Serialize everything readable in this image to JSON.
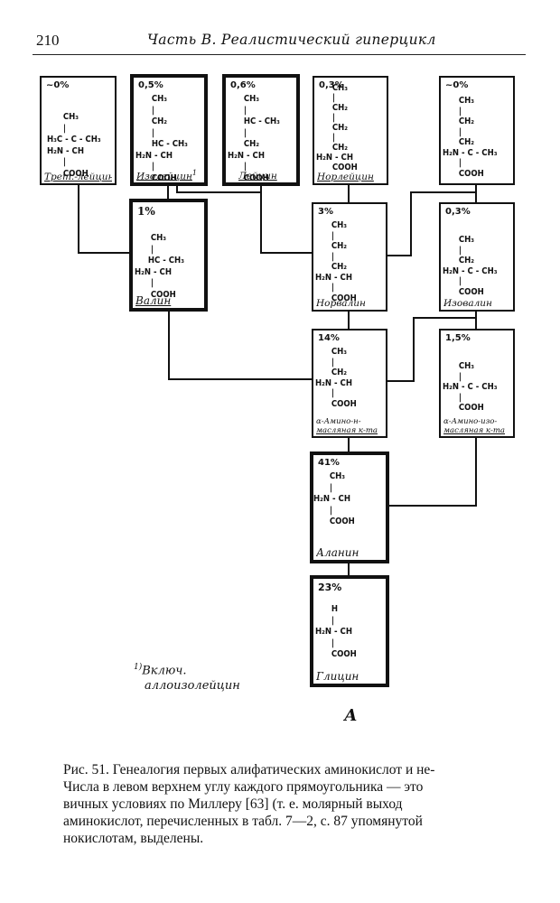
{
  "header": {
    "page_number": "210",
    "running_title": "Часть В. Реалистический гиперцикл"
  },
  "boxes": {
    "tret_leucine": {
      "percent": "~0%",
      "formula": "      CH3\n      |\nH3C - C - CH3\nH2N - CH\n      |\n      COOH",
      "name": "Трет.-лейцин",
      "highlighted": false
    },
    "isoleucine": {
      "percent": "0,5%",
      "formula": "      CH3\n      |\n      CH2\n      |\n      HC - CH3\nH2N - CH\n      |\n      COOH",
      "name": "Изолейцин",
      "footnote_mark": "1",
      "highlighted": true
    },
    "leucine": {
      "percent": "0,6%",
      "formula": "      CH3\n      |\n      HC - CH3\n      |\n      CH2\nH2N - CH\n      |\n      COOH",
      "name": "Лейцин",
      "highlighted": true
    },
    "norleucine": {
      "percent": "0,3%",
      "formula": "      CH3\n      |\n      CH2\n      |\n      CH2\n      |\n      CH2\nH2N - CH\n      COOH",
      "name": "Норлейцин",
      "highlighted": false
    },
    "isoleucine_alpha": {
      "percent": "~0%",
      "formula": "      CH3\n      |\n      CH2\n      |\n      CH2\nH2N - C - CH3\n      |\n      COOH",
      "name": "",
      "highlighted": false
    },
    "valine": {
      "percent": "1%",
      "formula": "      CH3\n      |\n     HC - CH3\nH2N - CH\n      |\n      COOH",
      "name": "Валин",
      "highlighted": true
    },
    "norvaline": {
      "percent": "3%",
      "formula": "      CH3\n      |\n      CH2\n      |\n      CH2\nH2N - CH\n      |\n      COOH",
      "name": "Норвалин",
      "highlighted": false
    },
    "isovaline": {
      "percent": "0,3%",
      "formula": "      CH3\n      |\n      CH2\nH2N - C - CH3\n      |\n      COOH",
      "name": "Изовалин",
      "highlighted": false
    },
    "aminobutyric_n": {
      "percent": "14%",
      "formula": "      CH3\n      |\n      CH2\nH2N - CH\n      |\n      COOH",
      "name_line1": "α-Амино-н-",
      "name_line2": "масляная к-та",
      "highlighted": false
    },
    "aminoisobutyric": {
      "percent": "1,5%",
      "formula": "      CH3\n      |\nH2N - C - CH3\n      |\n      COOH",
      "name_line1": "α-Амино-изо-",
      "name_line2": "масляная к-та",
      "highlighted": false
    },
    "alanine": {
      "percent": "41%",
      "formula": "      CH3\n      |\nH2N - CH\n      |\n      COOH",
      "name": "Аланин",
      "highlighted": true
    },
    "glycine": {
      "percent": "23%",
      "formula": "      H\n      |\nH2N - CH\n      |\n      COOH",
      "name": "Глицин",
      "highlighted": true
    }
  },
  "footnote": {
    "mark": "1)",
    "line1": "Включ.",
    "line2": "аллоизолейцин"
  },
  "plate_letter": "А",
  "caption": {
    "lines": [
      "Рис. 51. Генеалогия первых алифатических аминокислот и не-",
      "Числа в левом верхнем углу каждого прямоугольника — это",
      "вичных условиях по Миллеру [63] (т. е. молярный выход",
      "аминокислот, перечисленных в табл. 7—2, с. 87 упомянутой",
      "нокислотам, выделены."
    ]
  }
}
